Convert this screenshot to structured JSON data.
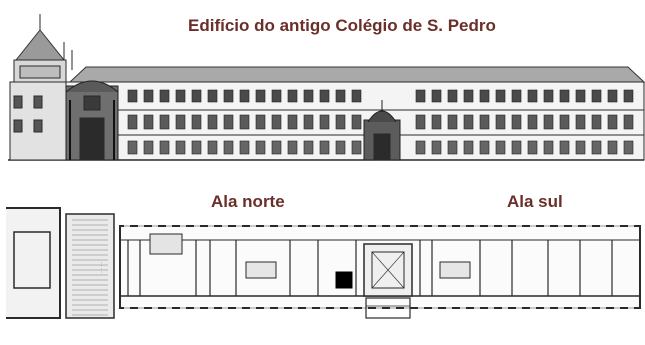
{
  "title": "Edifício do antigo Colégio de S. Pedro",
  "labels": {
    "north_wing": "Ala norte",
    "south_wing": "Ala sul"
  },
  "colors": {
    "caption": "#6b2f2a",
    "ink": "#2a2a2a",
    "marker": "#000000"
  }
}
